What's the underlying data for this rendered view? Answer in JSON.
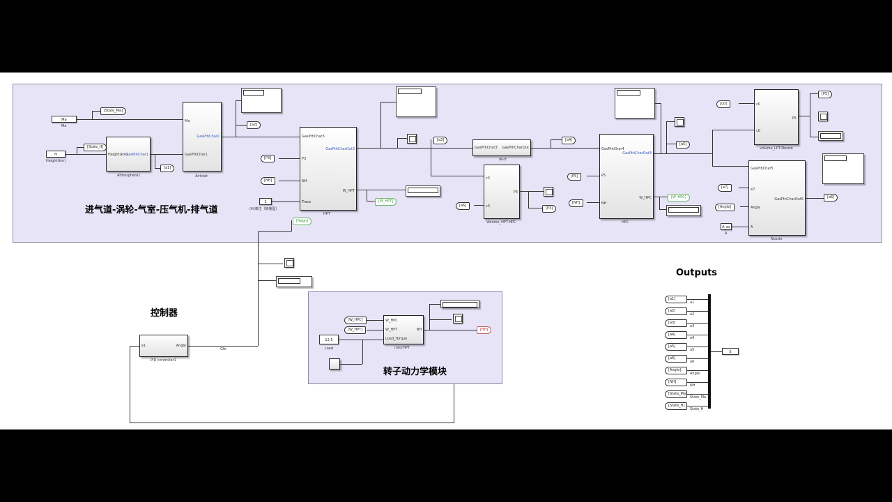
{
  "main_subsystem": {
    "title": "进气道-涡轮-气室-压气机-排气道",
    "blocks": {
      "atmosphere": {
        "name": "Atmosphere1",
        "in_port": "Height(km)",
        "out_port": "GasPthChar1"
      },
      "airinlet": {
        "name": "AirInlet",
        "in_port_1": "Ma",
        "in_port_2": "GasPthChar1",
        "out_port": "GasPthChar2"
      },
      "hpt": {
        "name": "HPT",
        "in_gas": "GasPthChar3",
        "in_p3": "P3",
        "in_nh": "NH",
        "in_trace": "Trace",
        "out_gas": "GasPthCharOut3",
        "out_w": "W_HPT"
      },
      "duct": {
        "name": "duct",
        "in_port": "GasPthChar3",
        "out_port": "GasPthCharOut"
      },
      "volume_hpt_hpc": {
        "name": "Volume_HPT-HPC",
        "in_1": "c3",
        "in_2": "c3",
        "out": "P3"
      },
      "hpc": {
        "name": "HPC",
        "in_gas": "GasPthChar4",
        "in_p5": "P5",
        "in_nh": "NH",
        "out_gas": "GasPthCharOut3",
        "out_w": "W_HPC"
      },
      "volume_lpt": {
        "name": "volume_LPT-Nozzle",
        "in_1": "c0",
        "in_2": "c0",
        "out": "P5"
      },
      "nozzle": {
        "name": "Nozzle",
        "in_gas": "GasPthChar5",
        "in_e": "e7",
        "in_angle": "Angle",
        "in_a": "A",
        "out": "GasPthCharOut5"
      }
    },
    "inputs": {
      "ma": {
        "label": "Ma",
        "caption": "Ma"
      },
      "height": {
        "label": "H",
        "caption": "Height(km)"
      },
      "trace": {
        "value": "1",
        "caption": "(H)单位（转速型）"
      },
      "a_ex": {
        "label": "A_ex",
        "caption": "A"
      }
    },
    "goto_tags": {
      "state_ma": "[State_Ma]",
      "state_h": "[State_H]",
      "a1": "[a1]",
      "a2": "[a2]",
      "a3": "[a3]",
      "a4": "[a4]",
      "a5": "[a5]",
      "a6": "[a6]",
      "p3": "[P3]",
      "p5": "[P5]",
      "w_hpt": "[W_HPT]",
      "w_hpc": "[W_HPC]",
      "nh": "[NH]",
      "angle": "[Angle]",
      "e7": "[e7]",
      "c0": "[c0]",
      "p3_in": "[P3]",
      "nh_in": "[NH]",
      "p5_in": "[P5]",
      "nh_in2": "[NH]",
      "trace_tag": "[Nagn]"
    }
  },
  "controller": {
    "title": "控制器",
    "block": {
      "name": "PID controller1",
      "in": "e1",
      "out": "Angle"
    },
    "wire_label": "Gfe"
  },
  "rotor_subsystem": {
    "title": "转子动力学模块",
    "block": {
      "name": "rotorHPT",
      "in_1": "W_HPC",
      "in_2": "W_HPT",
      "in_3": "Load_Torque",
      "out": "NH"
    },
    "tags": {
      "w_hpc": "[W_HPC]",
      "w_hpt": "[W_HPT]",
      "nh_out": "[NH]"
    },
    "load": {
      "value": "12.5",
      "caption": "Load"
    }
  },
  "outputs": {
    "title": "Outputs",
    "inputs": [
      {
        "tag": "[a1]",
        "label": "a1"
      },
      {
        "tag": "[a2]",
        "label": "a2"
      },
      {
        "tag": "[a3]",
        "label": "a3"
      },
      {
        "tag": "[a4]",
        "label": "a4"
      },
      {
        "tag": "[a5]",
        "label": "a5"
      },
      {
        "tag": "[a6]",
        "label": "a6"
      },
      {
        "tag": "[Angle]",
        "label": "Angle"
      },
      {
        "tag": "[NH]",
        "label": "NH"
      },
      {
        "tag": "[State_Ma]",
        "label": "State_Ma"
      },
      {
        "tag": "[State_H]",
        "label": "State_H"
      }
    ],
    "terminal": "S"
  }
}
